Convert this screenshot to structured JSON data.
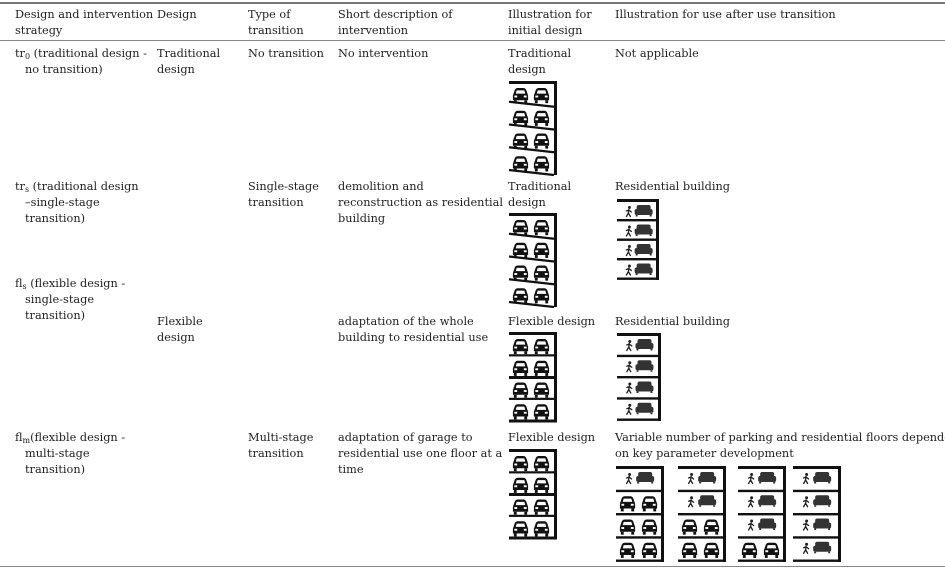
{
  "table": {
    "headers": [
      [
        "Design and intervention",
        "strategy"
      ],
      [
        "Design"
      ],
      [
        "Type of",
        "transition"
      ],
      [
        "Short description of",
        "intervention"
      ],
      [
        "Illustration for",
        "initial design"
      ],
      [
        "Illustration for use after use transition"
      ]
    ],
    "rows": [
      {
        "strategy_code": "tr",
        "strategy_sub": "0",
        "strategy_lines": [
          " (traditional design -",
          "no transition)"
        ],
        "design": [
          "Traditional",
          "design"
        ],
        "transition": [
          "No transition"
        ],
        "description": [
          "No intervention"
        ],
        "initial_label": [
          "Traditional",
          "design"
        ],
        "initial_illustration": "traditional-garage-ramp",
        "after_label": [
          "Not applicable"
        ],
        "after_illustrations": []
      },
      {
        "strategy_code": "tr",
        "strategy_sub": "s",
        "strategy_lines": [
          " (traditional design",
          "–single-stage",
          "transition)"
        ],
        "design": [],
        "transition": [
          "Single-stage",
          "transition"
        ],
        "description": [
          "demolition and",
          "reconstruction as residential",
          "building"
        ],
        "initial_label": [
          "Traditional",
          "design"
        ],
        "initial_illustration": "traditional-garage-ramp",
        "after_label": [
          "Residential building"
        ],
        "after_illustrations": [
          [
            "residential",
            "residential",
            "residential",
            "residential"
          ]
        ]
      },
      {
        "strategy_code": "fl",
        "strategy_sub": "s",
        "strategy_lines": [
          " (flexible design -",
          "single-stage",
          "transition)"
        ],
        "design": [
          "Flexible",
          "design"
        ],
        "transition": [],
        "description": [
          "adaptation of the whole",
          "building to residential use"
        ],
        "initial_label": [
          "Flexible design"
        ],
        "initial_illustration": "flexible-garage-flat",
        "after_label": [
          "Residential building"
        ],
        "after_illustrations": [
          [
            "residential",
            "residential",
            "residential",
            "residential"
          ]
        ]
      },
      {
        "strategy_code": "fl",
        "strategy_sub": "m",
        "strategy_lines": [
          "(flexible design -",
          "multi-stage",
          "transition)"
        ],
        "design": [],
        "transition": [
          "Multi-stage",
          "transition"
        ],
        "description": [
          "adaptation of garage to",
          "residential use one floor at a",
          "time"
        ],
        "initial_label": [
          "Flexible design"
        ],
        "initial_illustration": "flexible-garage-flat",
        "after_label": [
          "Variable number of parking and residential floors dependent",
          "on key parameter development"
        ],
        "after_illustrations": [
          [
            "residential",
            "parking",
            "parking",
            "parking"
          ],
          [
            "residential",
            "residential",
            "parking",
            "parking"
          ],
          [
            "residential",
            "residential",
            "residential",
            "parking"
          ],
          [
            "residential",
            "residential",
            "residential",
            "residential"
          ]
        ]
      }
    ]
  }
}
